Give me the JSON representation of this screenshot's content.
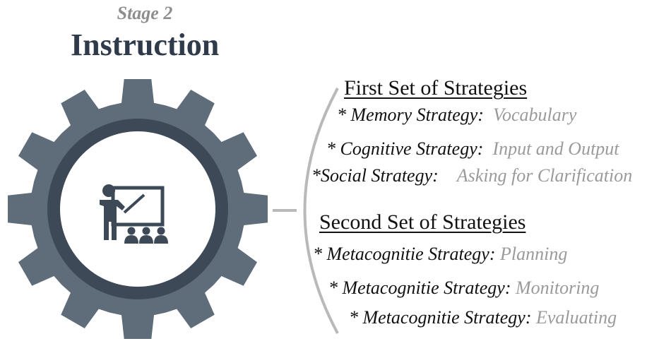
{
  "header": {
    "stage": "Stage 2",
    "title": "Instruction"
  },
  "icons": {
    "gear": "gear-icon",
    "center": "teacher-presentation-icon"
  },
  "colors": {
    "gear": "#5f6d7b",
    "inner_ring": "#3e4957",
    "title": "#2f3b4b",
    "value_text": "#9a9a9a"
  },
  "sets": [
    {
      "heading": "First Set of Strategies",
      "items": [
        {
          "label": "* Memory Strategy:",
          "value": "Vocabulary"
        },
        {
          "label": "* Cognitive Strategy:",
          "value": "Input and Output"
        },
        {
          "label": "*Social Strategy:",
          "value": "Asking for Clarification"
        }
      ]
    },
    {
      "heading": "Second Set of Strategies",
      "items": [
        {
          "label": "* Metacognitie Strategy:",
          "value": "Planning"
        },
        {
          "label": "* Metacognitie Strategy:",
          "value": "Monitoring"
        },
        {
          "label": "* Metacognitie Strategy:",
          "value": "Evaluating"
        }
      ]
    }
  ]
}
